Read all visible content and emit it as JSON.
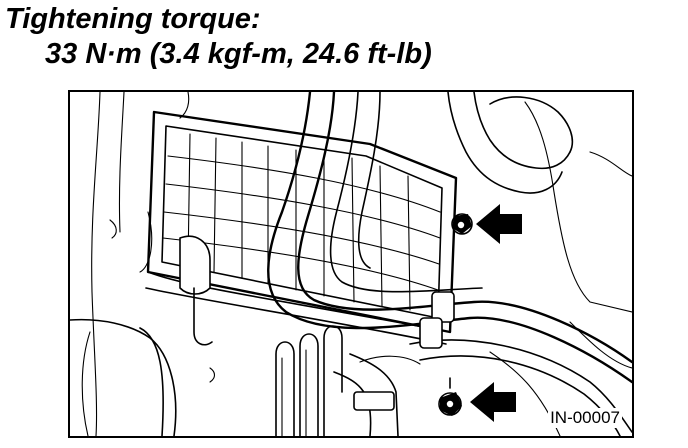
{
  "spec": {
    "title": "Tightening torque:",
    "value": "33 N·m (3.4 kgf-m, 24.6 ft-lb)"
  },
  "figure": {
    "code": "IN-00007",
    "arrow_icon": "arrow-left-icon",
    "ink_color": "#000000",
    "background_color": "#ffffff"
  }
}
